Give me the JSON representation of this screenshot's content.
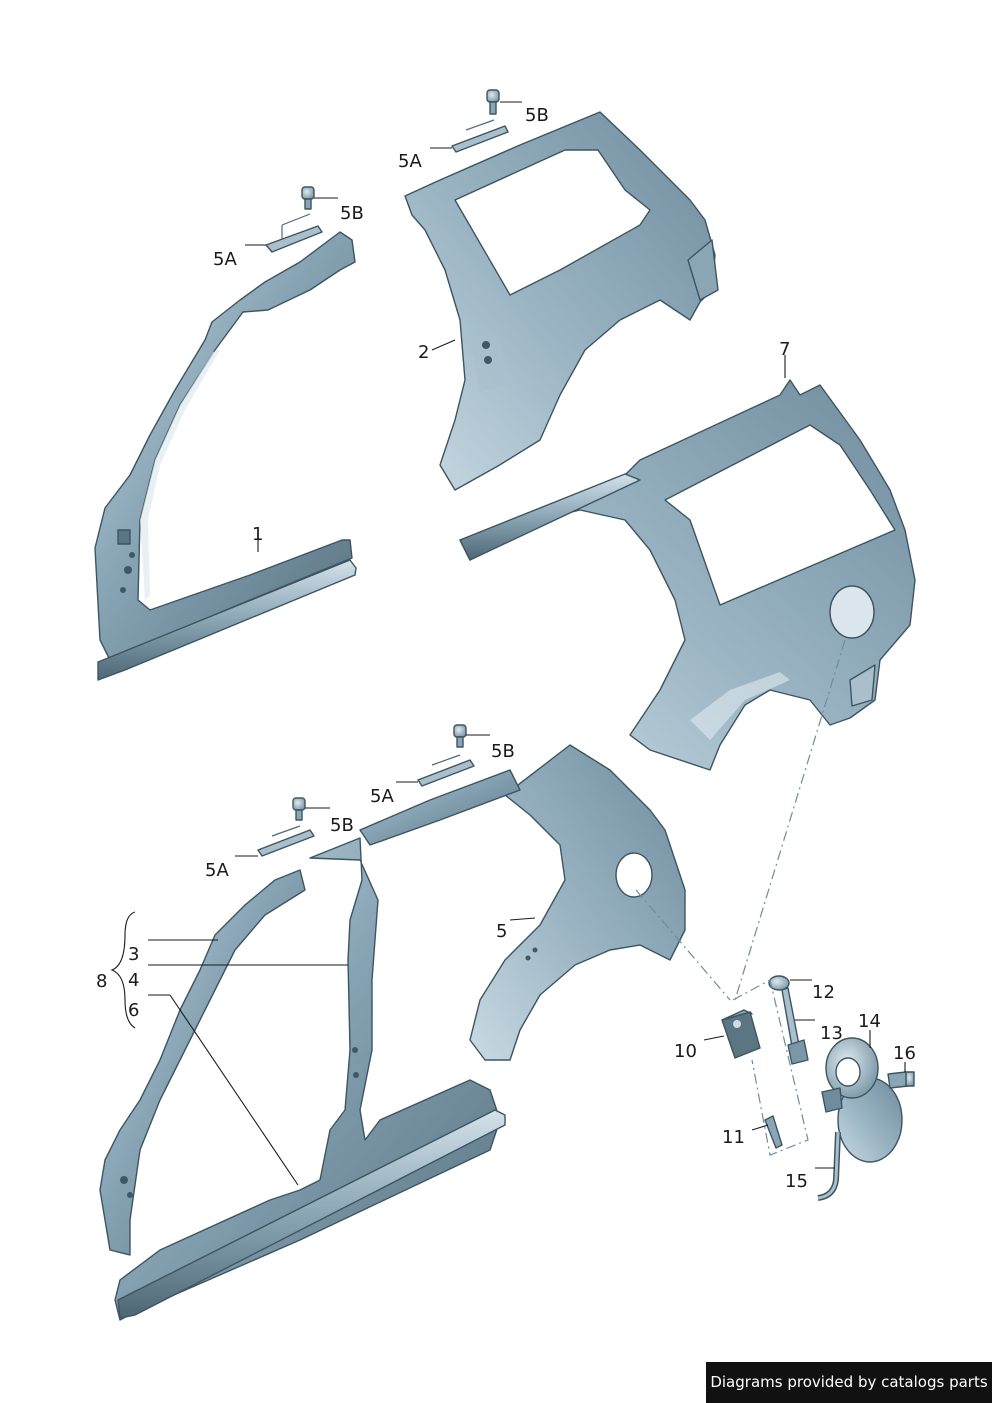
{
  "labels": {
    "part_1": "1",
    "part_2": "2",
    "part_3": "3",
    "part_4": "4",
    "part_5": "5",
    "part_5a_1": "5A",
    "part_5b_1": "5B",
    "part_5a_2": "5A",
    "part_5b_2": "5B",
    "part_5a_3": "5A",
    "part_5b_3": "5B",
    "part_5a_4": "5A",
    "part_5b_4": "5B",
    "part_6": "6",
    "part_7": "7",
    "part_8": "8",
    "part_10": "10",
    "part_11": "11",
    "part_12": "12",
    "part_13": "13",
    "part_14": "14",
    "part_15": "15",
    "part_16": "16"
  },
  "footer": {
    "credit": "Diagrams provided by catalogs parts"
  },
  "colors": {
    "panel_light": "#b7cbd6",
    "panel_mid": "#7f9daf",
    "panel_dark": "#546f80",
    "edge": "#3d5560",
    "banner_bg": "#111111"
  }
}
